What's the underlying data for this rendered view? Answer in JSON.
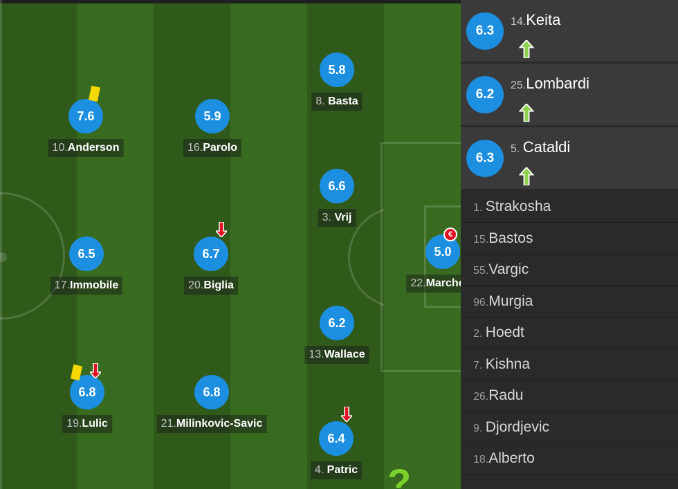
{
  "pitch": {
    "players": [
      {
        "number": "10.",
        "name": "Anderson",
        "rating": "7.6",
        "yellow_card": true
      },
      {
        "number": "16.",
        "name": "Parolo",
        "rating": "5.9"
      },
      {
        "number": "8. ",
        "name": "Basta",
        "rating": "5.8"
      },
      {
        "number": "3. ",
        "name": "Vrij",
        "rating": "6.6"
      },
      {
        "number": "17.",
        "name": "Immobile",
        "rating": "6.5"
      },
      {
        "number": "20.",
        "name": "Biglia",
        "rating": "6.7",
        "subbed_off": true
      },
      {
        "number": "22.",
        "name": "Marchetti",
        "rating": "5.0",
        "goal_conceded": true
      },
      {
        "number": "13.",
        "name": "Wallace",
        "rating": "6.2"
      },
      {
        "number": "19.",
        "name": "Lulic",
        "rating": "6.8",
        "yellow_card": true,
        "subbed_off": true
      },
      {
        "number": "21.",
        "name": "Milinkovic-Savic",
        "rating": "6.8"
      },
      {
        "number": "4. ",
        "name": "Patric",
        "rating": "6.4",
        "subbed_off": true
      }
    ],
    "goal_icon_text": "€",
    "help_glyph": "?"
  },
  "substitutes": [
    {
      "number": "14.",
      "name": "Keita",
      "rating": "6.3"
    },
    {
      "number": "25.",
      "name": "Lombardi",
      "rating": "6.2"
    },
    {
      "number": "5. ",
      "name": "Cataldi",
      "rating": "6.3"
    }
  ],
  "bench": [
    {
      "number": "1. ",
      "name": "Strakosha"
    },
    {
      "number": "15.",
      "name": "Bastos"
    },
    {
      "number": "55.",
      "name": "Vargic"
    },
    {
      "number": "96.",
      "name": "Murgia"
    },
    {
      "number": "2. ",
      "name": "Hoedt"
    },
    {
      "number": "7. ",
      "name": "Kishna"
    },
    {
      "number": "26.",
      "name": "Radu"
    },
    {
      "number": "9. ",
      "name": "Djordjevic"
    },
    {
      "number": "18.",
      "name": "Alberto"
    }
  ],
  "colors": {
    "rating_bubble": "#1c8fe0",
    "yellow_card": "#f5d800",
    "sub_off_arrow": "#e01020",
    "sub_in_arrow": "#8fd14f",
    "pitch_dark": "#2f5a1a",
    "pitch_light": "#386a20"
  },
  "icons": {
    "yellow_card": "yellow-card-icon",
    "sub_off": "arrow-down-icon",
    "sub_in": "arrow-up-icon",
    "goal": "goal-conceded-icon",
    "help": "question-mark-icon"
  }
}
